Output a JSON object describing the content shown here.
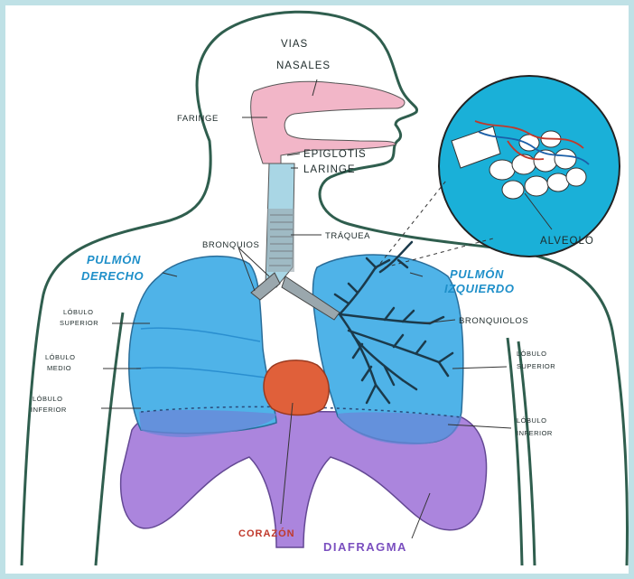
{
  "labels": {
    "vias_nasales_1": "VIAS",
    "vias_nasales_2": "NASALES",
    "faringe": "FARINGE",
    "epiglotis": "EPIGLOTIS",
    "laringe": "LARINGE",
    "traquea": "TRÁQUEA",
    "bronquios": "BRONQUIOS",
    "alveolo": "ALVEOLO",
    "pulmon_derecho_1": "PULMÓN",
    "pulmon_derecho_2": "DERECHO",
    "pulmon_izquierdo_1": "PULMÓN",
    "pulmon_izquierdo_2": "IZQUIERDO",
    "bronquiolos": "BRONQUIOLOS",
    "lobulo_superior_izq_1": "LÓBULO",
    "lobulo_superior_izq_2": "SUPERIOR",
    "lobulo_medio_1": "LÓBULO",
    "lobulo_medio_2": "MEDIO",
    "lobulo_inferior_izq_1": "LÓBULO",
    "lobulo_inferior_izq_2": "INFERIOR",
    "lobulo_superior_der_1": "LÓBULO",
    "lobulo_superior_der_2": "SUPERIOR",
    "lobulo_inferior_der_1": "LÓBULO",
    "lobulo_inferior_der_2": "INFERIOR",
    "corazon": "CORAZÓN",
    "diafragma": "DIAFRAGMA"
  },
  "colors": {
    "body_outline": "#2f5e4e",
    "lung": "#4fb3e8",
    "lung_dark": "#2a8fd0",
    "nasal": "#f2b6c8",
    "trachea": "#a9d6e5",
    "heart": "#e0603a",
    "diaphragm": "#a77fdc",
    "alveolus_bg": "#1ab0d8"
  }
}
